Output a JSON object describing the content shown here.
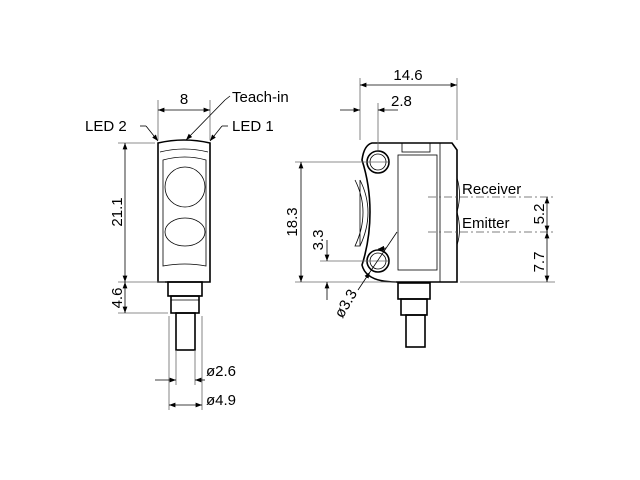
{
  "labels": {
    "teach_in": "Teach-in",
    "led1": "LED 1",
    "led2": "LED 2",
    "receiver": "Receiver",
    "emitter": "Emitter"
  },
  "dimensions": {
    "width_front": "8",
    "height_front": "21.1",
    "connector": "4.6",
    "cable_inner": "ø2.6",
    "cable_outer": "ø4.9",
    "width_side": "14.6",
    "hole_offset_x": "2.8",
    "hole_spacing": "18.3",
    "hole_offset_y": "3.3",
    "hole_diameter": "ø3.3",
    "rx_tx_spacing": "5.2",
    "emitter_height": "7.7"
  }
}
